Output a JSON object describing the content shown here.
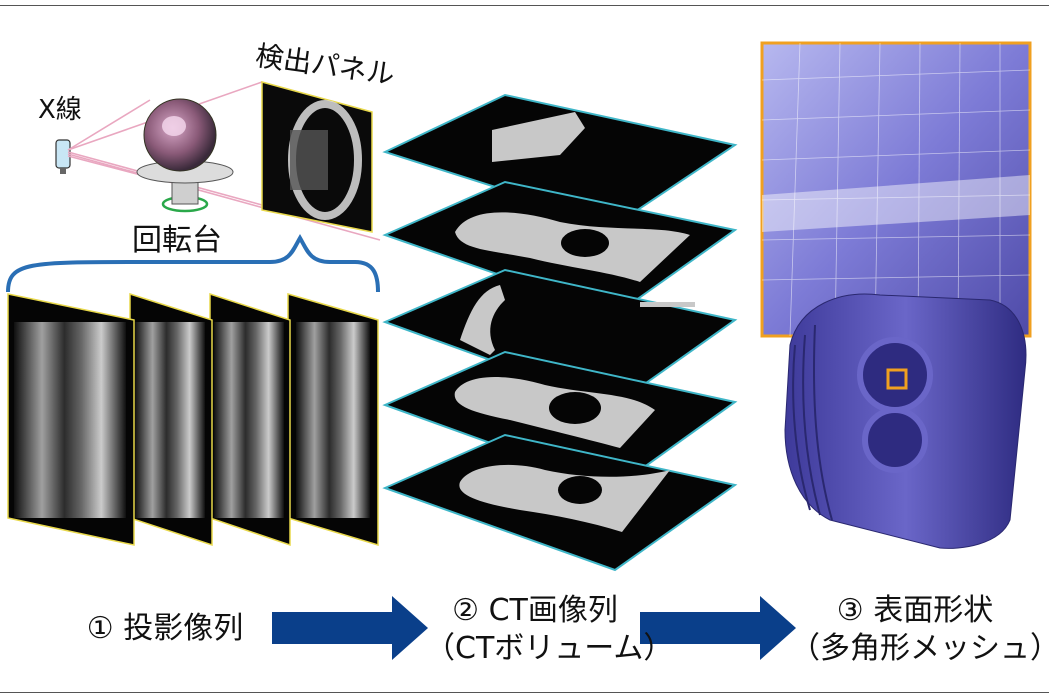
{
  "labels": {
    "xray": "X線",
    "detector_panel": "検出パネル",
    "turntable": "回転台"
  },
  "steps": [
    {
      "label": "① 投影像列",
      "sub": ""
    },
    {
      "label": "② CT画像列",
      "sub": "（CTボリューム）"
    },
    {
      "label": "③ 表面形状",
      "sub": "（多角形メッシュ）"
    }
  ],
  "colors": {
    "arrow": "#0a3f8a",
    "bracket": "#2a6fb5",
    "beam": "#e9a7c0",
    "projection_border": "#e8d84a",
    "slice_border": "#3fb6c8",
    "mesh": "#5a57b8",
    "zoom_border": "#f0a020",
    "turntable_ring": "#2aa84a"
  }
}
